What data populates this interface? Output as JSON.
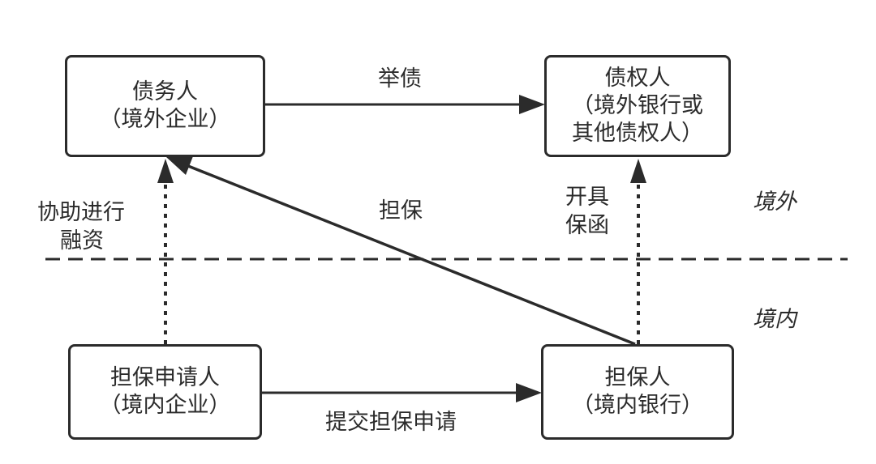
{
  "nodes": {
    "debtor": {
      "line1": "债务人",
      "line2": "（境外企业）"
    },
    "creditor": {
      "line1": "债权人",
      "line2": "（境外银行或",
      "line3": "其他债权人）"
    },
    "applicant": {
      "line1": "担保申请人",
      "line2": "（境内企业）"
    },
    "guarantor": {
      "line1": "担保人",
      "line2": "（境内银行）"
    }
  },
  "edges": {
    "issue_debt": "举债",
    "guarantee": "担保",
    "issue_letter_line1": "开具",
    "issue_letter_line2": "保函",
    "assist_line1": "协助进行",
    "assist_line2": "融资",
    "submit_application": "提交担保申请"
  },
  "zones": {
    "offshore": "境外",
    "onshore": "境内"
  },
  "colors": {
    "stroke": "#2b2b2b",
    "background": "#ffffff"
  }
}
